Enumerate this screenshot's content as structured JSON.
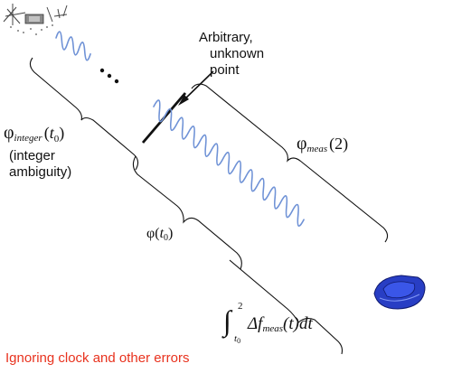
{
  "labels": {
    "arbitrary_line1": "Arbitrary,",
    "arbitrary_line2": "unknown",
    "arbitrary_line3": "point",
    "phi_symbol": "φ",
    "integer_subscript": "integer",
    "t_open": "(",
    "t_var": "t",
    "t_zero_sub": "0",
    "t_close": ")",
    "integer_ambiguity_line1": "(integer",
    "integer_ambiguity_line2": "ambiguity)",
    "meas_subscript": "meas",
    "meas_arg": "(2)",
    "phi_t0_prefix": "φ(",
    "phi_t0_close": ")",
    "integral_sign": "∫",
    "integral_upper": "2",
    "integral_lower": "t",
    "delta_f": "Δf",
    "integral_rest": "(t)dt",
    "footnote": "Ignoring clock and other errors"
  },
  "colors": {
    "wave": "#6f92d6",
    "ink": "#111111",
    "footnote": "#e8321e",
    "receiver": "#283ec4"
  },
  "icons": [
    "satellite-icon",
    "receiver-icon"
  ]
}
